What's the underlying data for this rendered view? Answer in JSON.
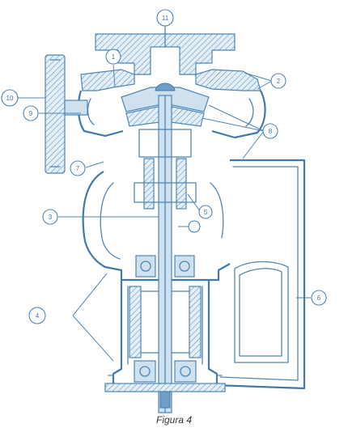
{
  "figure": {
    "caption": "Figura 4",
    "colors": {
      "ink": "#4d86b5",
      "ink_dark": "#3f7aab",
      "fill_light": "#cfe1ef",
      "caption_text": "#333333"
    }
  },
  "callouts": [
    {
      "id": "c11",
      "label": "11"
    },
    {
      "id": "c1",
      "label": "1"
    },
    {
      "id": "c10",
      "label": "10"
    },
    {
      "id": "c9",
      "label": "9"
    },
    {
      "id": "c2",
      "label": "2"
    },
    {
      "id": "c8",
      "label": "8"
    },
    {
      "id": "c7",
      "label": "7"
    },
    {
      "id": "c3",
      "label": "3"
    },
    {
      "id": "c5",
      "label": "5"
    },
    {
      "id": "c6",
      "label": "6"
    },
    {
      "id": "c4",
      "label": "4"
    }
  ]
}
